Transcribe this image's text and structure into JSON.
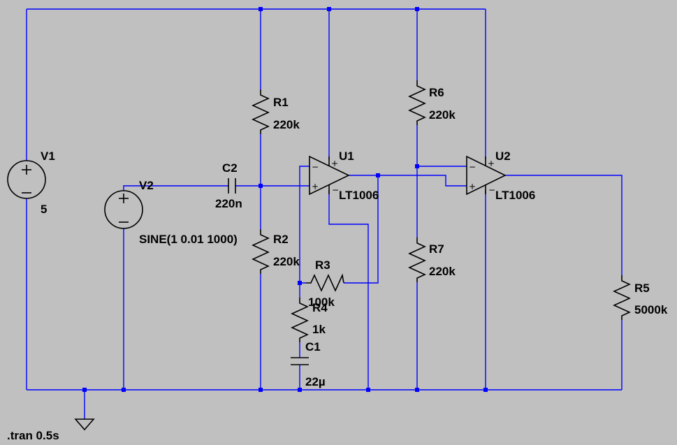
{
  "components": {
    "V1": {
      "name": "V1",
      "value": "5"
    },
    "V2": {
      "name": "V2",
      "value": "SINE(1 0.01 1000)"
    },
    "C1": {
      "name": "C1",
      "value": "22µ"
    },
    "C2": {
      "name": "C2",
      "value": "220n"
    },
    "R1": {
      "name": "R1",
      "value": "220k"
    },
    "R2": {
      "name": "R2",
      "value": "220k"
    },
    "R3": {
      "name": "R3",
      "value": "100k"
    },
    "R4": {
      "name": "R4",
      "value": "1k"
    },
    "R5": {
      "name": "R5",
      "value": "5000k"
    },
    "R6": {
      "name": "R6",
      "value": "220k"
    },
    "R7": {
      "name": "R7",
      "value": "220k"
    },
    "U1": {
      "name": "U1",
      "value": "LT1006"
    },
    "U2": {
      "name": "U2",
      "value": "LT1006"
    }
  },
  "directive": ".tran 0.5s",
  "colors": {
    "background": "#c0c0c0",
    "wire": "#0000ff",
    "component": "#000000"
  }
}
